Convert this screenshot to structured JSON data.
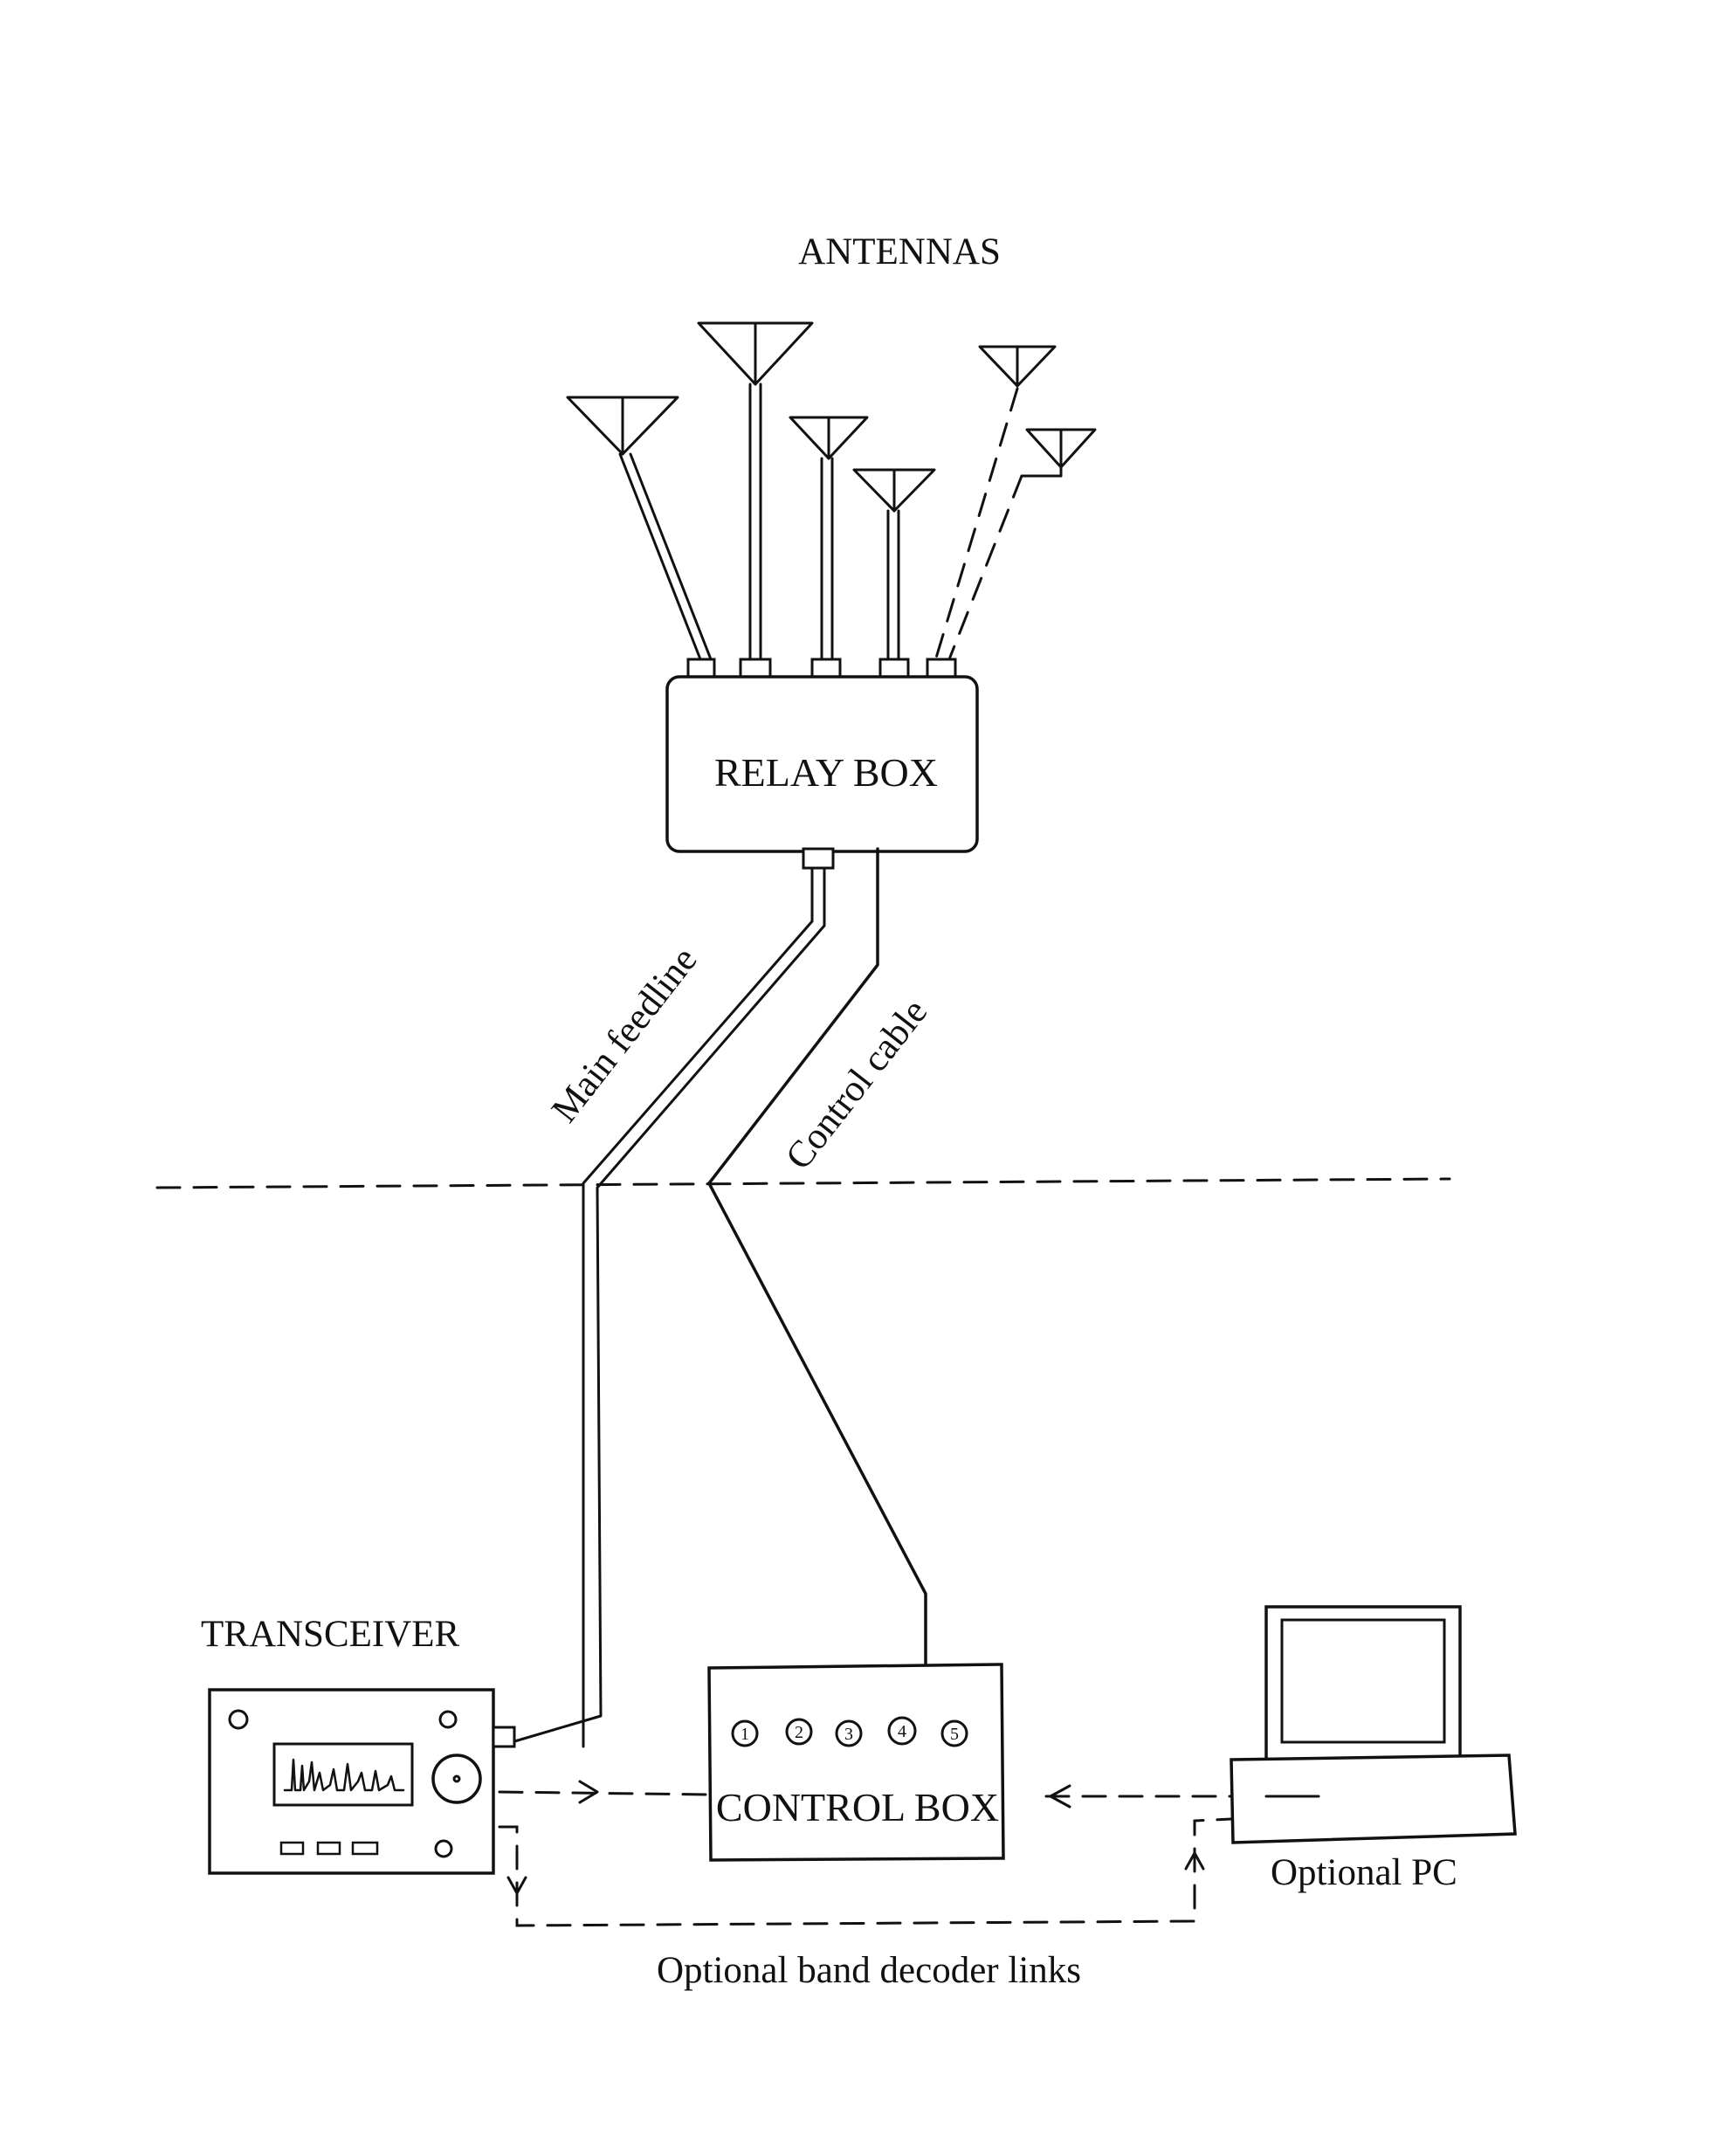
{
  "labels": {
    "antennas": "ANTENNAS",
    "relay_box": "RELAY BOX",
    "main_feedline": "Main feedline",
    "control_cable": "Control cable",
    "transceiver": "TRANSCEIVER",
    "control_box": "CONTROL BOX",
    "optional_pc": "Optional PC",
    "band_decoder_links": "Optional band decoder links"
  },
  "control_box_buttons": [
    "1",
    "2",
    "3",
    "4",
    "5"
  ],
  "colors": {
    "ink": "#111111",
    "background": "#ffffff"
  }
}
